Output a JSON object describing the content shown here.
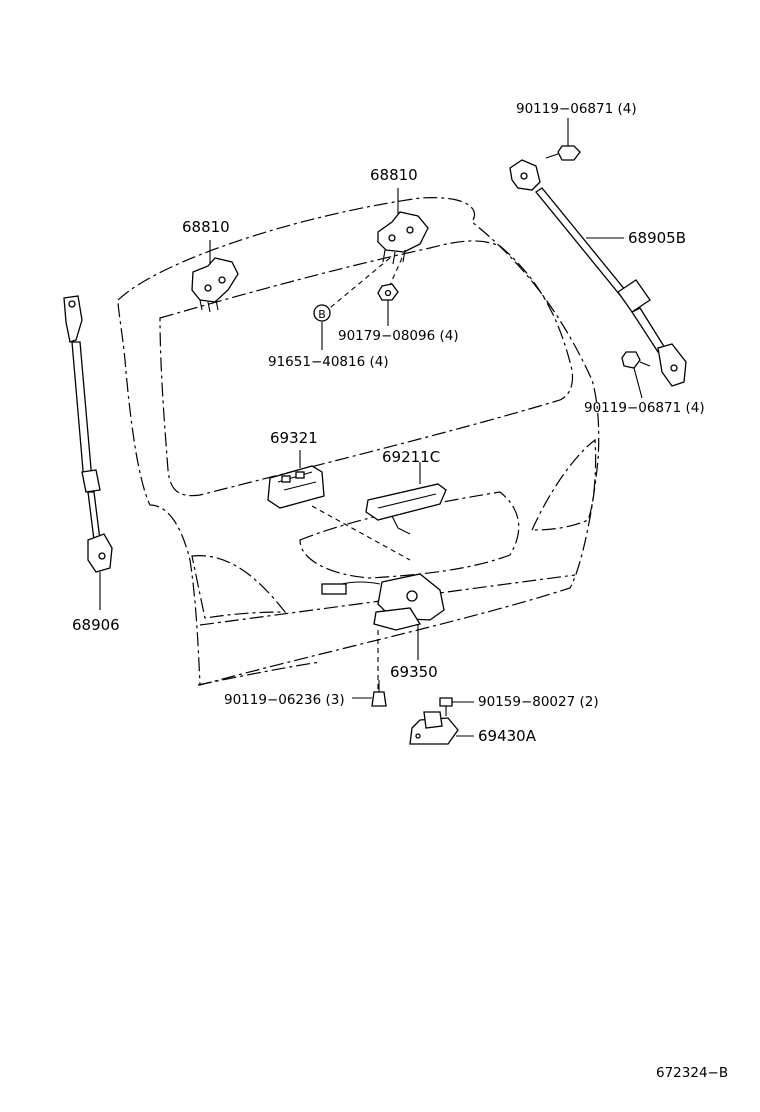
{
  "callouts": [
    {
      "id": "c-90119-06871-top",
      "text": "90119−06871 (4)"
    },
    {
      "id": "c-68810-center",
      "text": "68810"
    },
    {
      "id": "c-68810-left",
      "text": "68810"
    },
    {
      "id": "c-68905b",
      "text": "68905B"
    },
    {
      "id": "c-90179-08096",
      "text": "90179−08096 (4)"
    },
    {
      "id": "c-91651-40816",
      "text": "91651−40816 (4)"
    },
    {
      "id": "c-90119-06871-right",
      "text": "90119−06871 (4)"
    },
    {
      "id": "c-69321",
      "text": "69321"
    },
    {
      "id": "c-69211c",
      "text": "69211C"
    },
    {
      "id": "c-68906",
      "text": "68906"
    },
    {
      "id": "c-69350",
      "text": "69350"
    },
    {
      "id": "c-90119-06236",
      "text": "90119−06236 (3)"
    },
    {
      "id": "c-90159-80027",
      "text": "90159−80027 (2)"
    },
    {
      "id": "c-69430a",
      "text": "69430A"
    }
  ],
  "marker_letter": "B",
  "figure_code": "672324−B"
}
